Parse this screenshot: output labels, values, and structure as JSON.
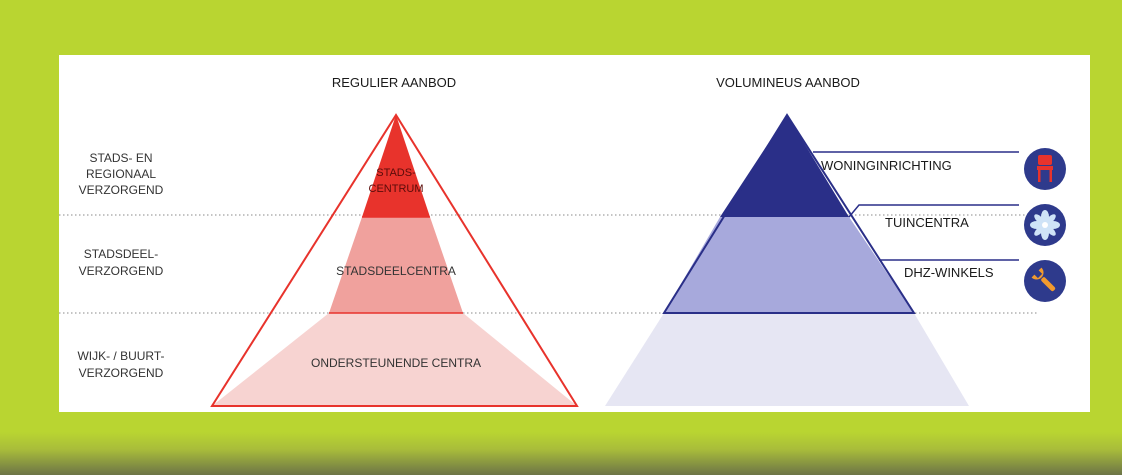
{
  "headers": {
    "regular": "REGULIER AANBOD",
    "volumineus": "VOLUMINEUS AANBOD"
  },
  "levels": [
    {
      "lines": [
        "STADS- EN",
        "REGIONAAL",
        "VERZORGEND"
      ]
    },
    {
      "lines": [
        "STADSDEEL-",
        "VERZORGEND"
      ]
    },
    {
      "lines": [
        "WIJK- / BUURT-",
        "VERZORGEND"
      ]
    }
  ],
  "regular_pyramid": {
    "top": {
      "lines": [
        "STADS-",
        "CENTRUM"
      ]
    },
    "middle": {
      "label": "STADSDEELCENTRA"
    },
    "bottom": {
      "label": "ONDERSTEUNENDE CENTRA"
    }
  },
  "volumineus": {
    "items": [
      {
        "label": "WONINGINRICHTING",
        "icon": "chair-icon"
      },
      {
        "label": "TUINCENTRA",
        "icon": "flower-icon"
      },
      {
        "label": "DHZ-WINKELS",
        "icon": "wrench-icon"
      }
    ]
  },
  "colors": {
    "background": "#b9d531",
    "red_top": "#e8332c",
    "red_middle": "#f0a19d",
    "red_bottom": "#f7d3d1",
    "blue_top": "#2a2f88",
    "blue_middle": "#a7a9dc",
    "blue_bottom": "#e6e6f3",
    "icon_circle": "#2e3a8c"
  }
}
